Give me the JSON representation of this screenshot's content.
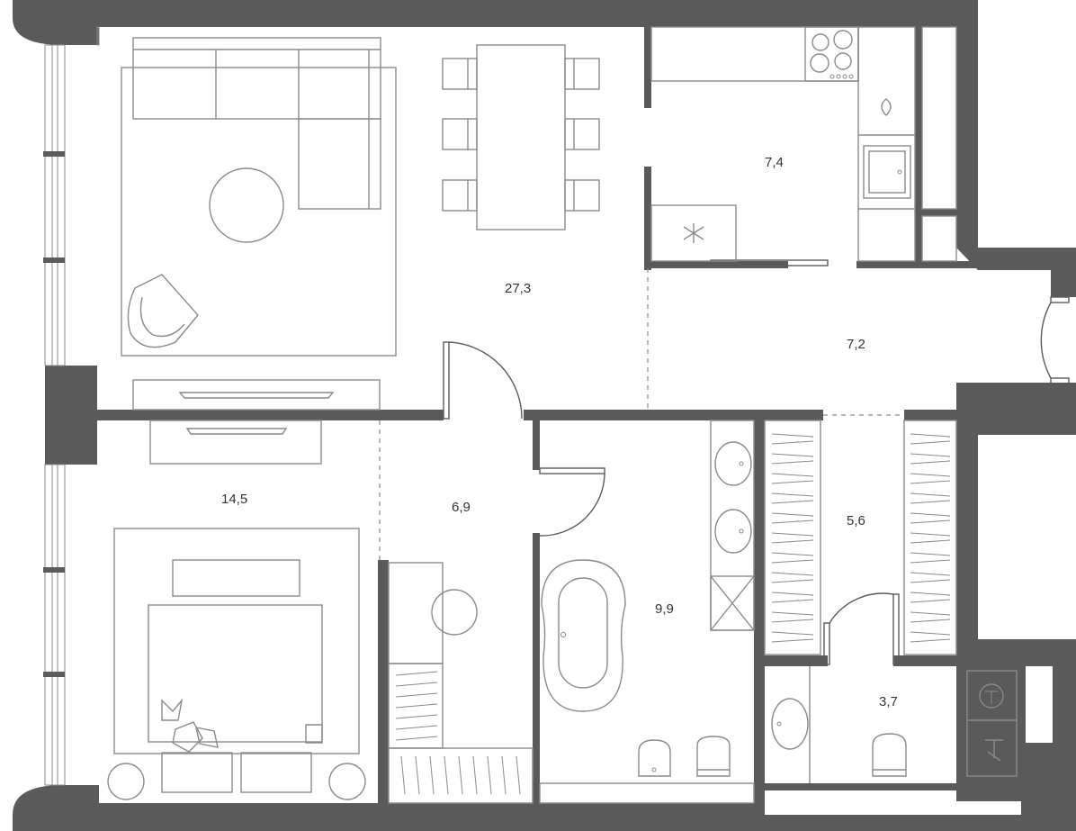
{
  "colors": {
    "wall": "#5a5a5a",
    "furniture_line": "#8a8a8a",
    "background": "#ffffff",
    "label": "#333333"
  },
  "rooms": [
    {
      "id": "living-room",
      "area": "27,3"
    },
    {
      "id": "kitchen",
      "area": "7,4"
    },
    {
      "id": "entry-hall",
      "area": "7,2"
    },
    {
      "id": "bedroom",
      "area": "14,5"
    },
    {
      "id": "corridor",
      "area": "6,9"
    },
    {
      "id": "bathroom",
      "area": "9,9"
    },
    {
      "id": "wardrobe",
      "area": "5,6"
    },
    {
      "id": "wc",
      "area": "3,7"
    }
  ]
}
